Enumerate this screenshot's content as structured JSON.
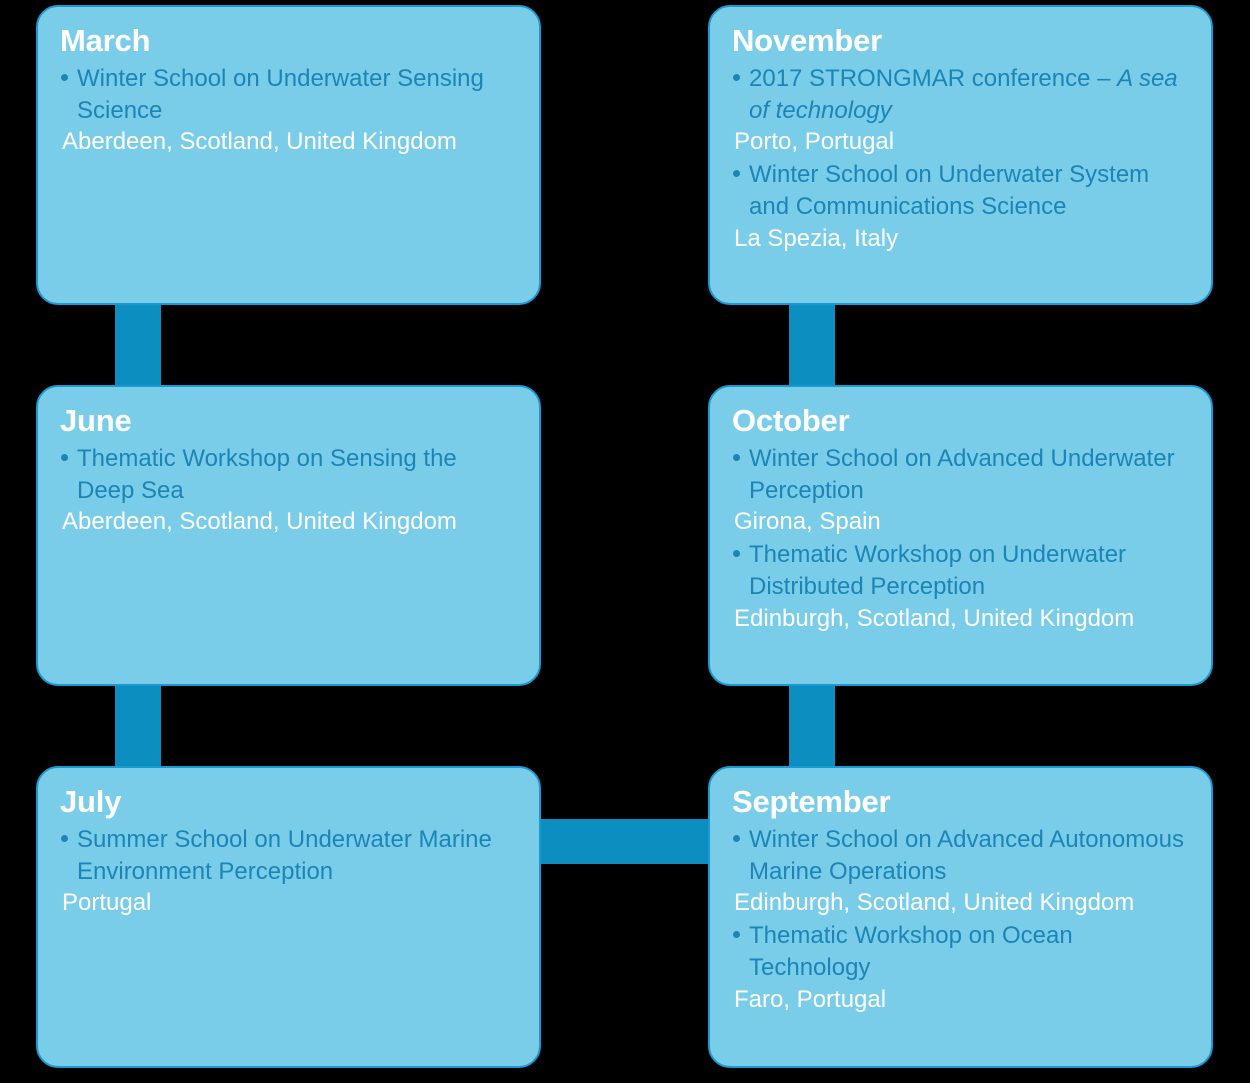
{
  "diagram": {
    "type": "timeline-flowchart",
    "background_color": "#000000",
    "card_fill_color": "#7ACDE8",
    "card_border_color": "#1A9AD0",
    "connector_color": "#0D8EC1",
    "title_color": "#FFFFFF",
    "event_title_color": "#1B85B8",
    "location_color": "#FFFFFF"
  },
  "cards": {
    "march": {
      "month": "March",
      "events": [
        {
          "title": "Winter School on Underwater Sensing Science",
          "title_plain": "Winter School on Underwater Sensing Science",
          "title_italic": "",
          "location": "Aberdeen, Scotland, United Kingdom"
        }
      ]
    },
    "june": {
      "month": "June",
      "events": [
        {
          "title": "Thematic Workshop on Sensing the Deep Sea",
          "title_plain": "Thematic Workshop on Sensing the Deep Sea",
          "title_italic": "",
          "location": "Aberdeen, Scotland, United Kingdom"
        }
      ]
    },
    "july": {
      "month": "July",
      "events": [
        {
          "title": "Summer School on Underwater Marine Environment Perception",
          "title_plain": "Summer School on Underwater Marine Environment Perception",
          "title_italic": "",
          "location": "Portugal"
        }
      ]
    },
    "september": {
      "month": "September",
      "events": [
        {
          "title": "Winter School on Advanced Autonomous Marine Operations",
          "title_plain": "Winter School on Advanced Autonomous Marine Operations",
          "title_italic": "",
          "location": "Edinburgh, Scotland, United Kingdom"
        },
        {
          "title": "Thematic Workshop on Ocean Technology",
          "title_plain": "Thematic Workshop on Ocean Technology",
          "title_italic": "",
          "location": "Faro, Portugal"
        }
      ]
    },
    "october": {
      "month": "October",
      "events": [
        {
          "title": "Winter School on Advanced Underwater Perception",
          "title_plain": "Winter School on Advanced Underwater Perception",
          "title_italic": "",
          "location": "Girona, Spain"
        },
        {
          "title": "Thematic Workshop on Underwater Distributed Perception",
          "title_plain": "Thematic Workshop on Underwater Distributed Perception",
          "title_italic": "",
          "location": "Edinburgh, Scotland, United Kingdom"
        }
      ]
    },
    "november": {
      "month": "November",
      "events": [
        {
          "title": "2017 STRONGMAR conference – A sea of technology",
          "title_plain": "2017 STRONGMAR conference – ",
          "title_italic": "A sea of technology",
          "location": "Porto, Portugal"
        },
        {
          "title": "Winter School on Underwater System and Communications Science",
          "title_plain": "Winter School on Underwater System and Communications Science",
          "title_italic": "",
          "location": "La Spezia, Italy"
        }
      ]
    }
  }
}
